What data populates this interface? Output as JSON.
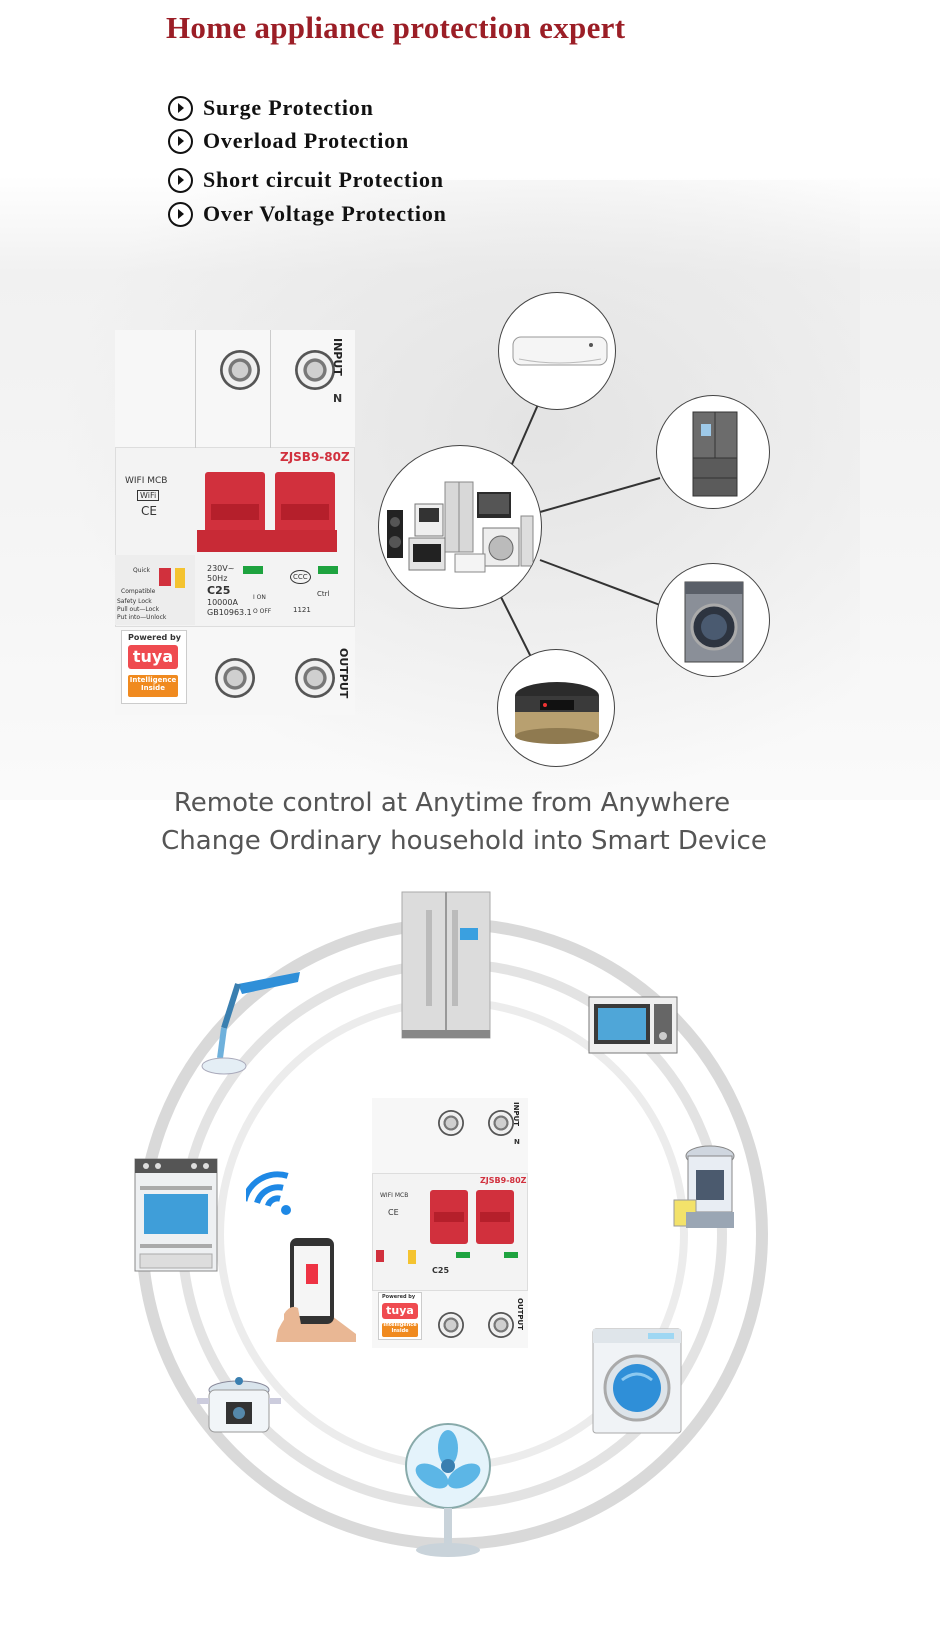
{
  "headline": "Home appliance protection expert",
  "features": [
    {
      "label": "Surge Protection",
      "icon": "chevron-right-circle-icon"
    },
    {
      "label": "Overload Protection",
      "icon": "chevron-right-circle-icon"
    },
    {
      "label": "Short circuit Protection",
      "icon": "chevron-right-circle-icon"
    },
    {
      "label": "Over Voltage Protection",
      "icon": "chevron-right-circle-icon"
    }
  ],
  "breaker": {
    "model": "ZJSB9-80Z",
    "wifi_mcb": "WIFI MCB",
    "wifi_badge": "WiFi",
    "ce_mark": "CE",
    "input_label": "INPUT",
    "n_label": "N",
    "output_label": "OUTPUT",
    "voltage": "230V~",
    "frequency": "50Hz",
    "rating": "C25",
    "breaking_capacity": "10000A",
    "standard": "GB10963.1",
    "on_label": "I ON",
    "off_label": "O OFF",
    "ccc_mark": "CCC",
    "code": "1121",
    "ctrl_label": "Ctrl",
    "quick": "Quick",
    "compatible": "Compatible",
    "safety_lock": "Safety Lock",
    "pull_out": "Pull out—Lock",
    "put_into": "Put into—Unlock",
    "powered_by": "Powered by",
    "tuya": "tuya",
    "intelligence": "Intelligence Inside"
  },
  "appliances_top": [
    "air-conditioner-icon",
    "refrigerator-icon",
    "washing-machine-icon",
    "rice-cooker-icon",
    "home-appliances-group-icon"
  ],
  "taglines": [
    "Remote control at Anytime from Anywhere",
    "Change Ordinary household into Smart Device"
  ],
  "appliances_ring": [
    "refrigerator-icon",
    "microwave-icon",
    "juicer-icon",
    "washing-machine-icon",
    "fan-icon",
    "cooker-icon",
    "oven-icon",
    "desk-lamp-icon",
    "wifi-icon",
    "smartphone-hand-icon"
  ],
  "colors": {
    "headline": "#9b1e26",
    "handle_red": "#d1303d",
    "tuya_red": "#ef4b50",
    "tuya_orange": "#f08a1f",
    "status_green": "#1ea33f",
    "wifi_blue": "#1e88e5"
  }
}
